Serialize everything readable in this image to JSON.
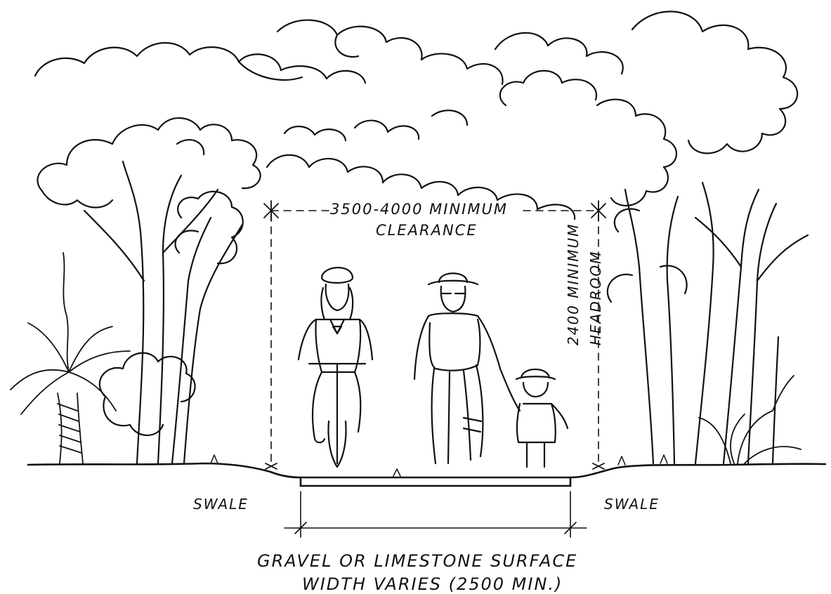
{
  "annotations": {
    "clearance": {
      "line1": "3500-4000 MINIMUM",
      "line2": "CLEARANCE"
    },
    "headroom": {
      "line1": "2400 MINIMUM",
      "line2": "HEADROOM"
    },
    "swale_left": "SWALE",
    "swale_right": "SWALE",
    "surface": {
      "line1": "GRAVEL OR LIMESTONE SURFACE",
      "line2": "WIDTH VARIES (2500 MIN.)"
    }
  },
  "figures": [
    "cyclist-with-helmet",
    "man-with-hat",
    "child-with-hat"
  ],
  "style": {
    "ink": "#111111",
    "paper": "#ffffff"
  }
}
